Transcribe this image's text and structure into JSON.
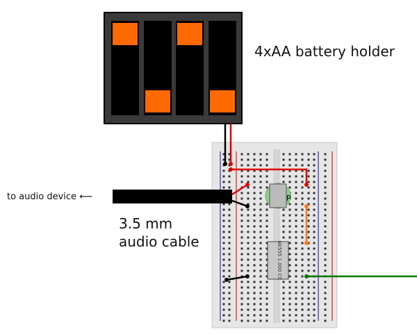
{
  "labels": {
    "battery_holder": "4xAA battery holder",
    "to_audio_device": "to audio device",
    "arrow": "⟵",
    "cable_line1": "3.5 mm",
    "cable_line2": "audio cable",
    "pot_marker": "P",
    "chip_text": "NE555 1.000 CC"
  },
  "colors": {
    "battery_body": "#000000",
    "battery_frame": "#3a3a3a",
    "battery_terminal": "#ff6a00",
    "wire_red": "#e00000",
    "wire_black": "#000000",
    "wire_orange": "#ff7a1a",
    "wire_green": "#007a00",
    "rail_blue": "#3030c0",
    "rail_red": "#d02020",
    "breadboard": "#ececec",
    "pot": "#8fcf8f"
  }
}
